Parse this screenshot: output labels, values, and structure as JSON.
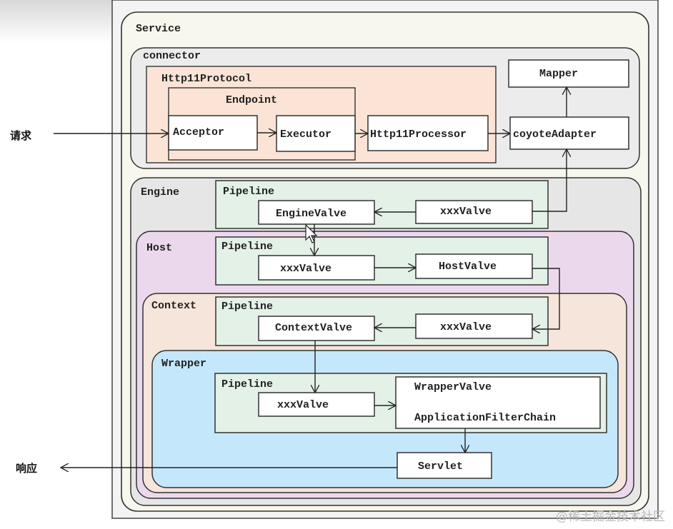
{
  "labels": {
    "request": "请求",
    "response": "响应",
    "service": "Service",
    "connector": "connector",
    "http11protocol": "Http11Protocol",
    "endpoint": "Endpoint",
    "acceptor": "Acceptor",
    "executor": "Executor",
    "http11processor": "Http11Processor",
    "mapper": "Mapper",
    "coyote_adapter": "coyoteAdapter",
    "engine": "Engine",
    "host": "Host",
    "context": "Context",
    "wrapper": "Wrapper",
    "pipeline": "Pipeline",
    "engine_valve": "EngineValve",
    "xxx_valve": "xxxValve",
    "host_valve": "HostValve",
    "context_valve": "ContextValve",
    "wrapper_valve": "WrapperValve",
    "filter_chain": "ApplicationFilterChain",
    "servlet": "Servlet"
  },
  "watermark": "@稀土掘金技术社区",
  "colors": {
    "service": "#f7f7ee",
    "connector": "#ececec",
    "protocol": "#fbe4d5",
    "engine": "#e6e6e6",
    "host": "#ecd8ec",
    "context": "#f5e5da",
    "wrapper": "#c5e7fb",
    "pipeline": "#e3f1e7"
  }
}
